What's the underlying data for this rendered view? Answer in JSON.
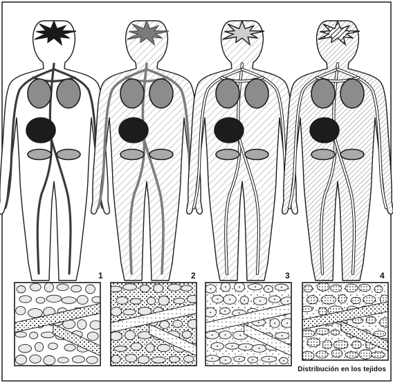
{
  "panels": [
    {
      "number": "1",
      "figure": "figure-white",
      "vessels": "solid-dark",
      "burst": "solid-dark",
      "tissue": "interstitial-dots"
    },
    {
      "number": "2",
      "figure": "figure-hatched",
      "vessels": "solid-gray",
      "burst": "solid-gray",
      "tissue": "dotted-matrix"
    },
    {
      "number": "3",
      "figure": "figure-hatched-light",
      "vessels": "outlined",
      "burst": "light-gray",
      "tissue": "dots-in-cells"
    },
    {
      "number": "4",
      "figure": "figure-hatched-dense",
      "vessels": "outlined",
      "burst": "hatched",
      "tissue": "dense-dotted-cells"
    }
  ],
  "caption": "Distribución en los tejidos",
  "colors": {
    "outline": "#1a1a1a",
    "organ_gray": "#8c8c8c",
    "organ_dark": "#1c1c1c",
    "kidney_gray": "#a9a9a9",
    "vessel_dark": "#3b3b3b",
    "vessel_gray": "#7d7d7d",
    "hatch": "#b8b8b8",
    "cell_fill": "#e9e9e9"
  }
}
